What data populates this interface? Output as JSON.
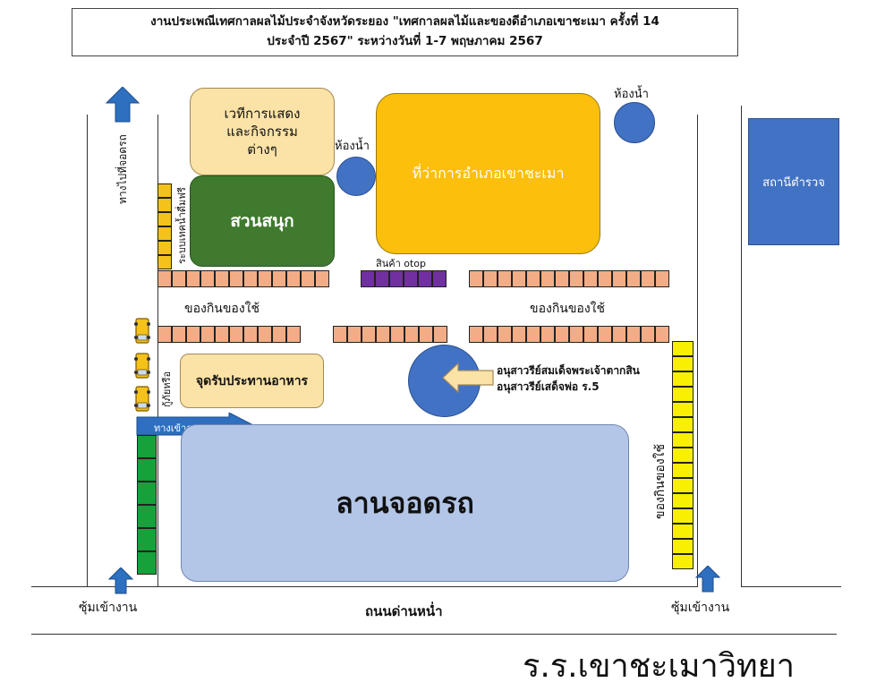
{
  "header": {
    "line1": "งานประเพณีเทศกาลผลไม้ประจำจังหวัดระยอง \"เทศกาลผลไม้และของดีอำเภอเขาชะเมา ครั้งที่ 14",
    "line2": "ประจำปี 2567\" ระหว่างวันที่ 1-7 พฤษภาคม 2567"
  },
  "zones": {
    "stage": "เวทีการแสดง และกิจกรรมต่างๆ",
    "playground": "สวนสนุก",
    "district_office": "ที่ว่าการอำเภอเขาชะเมา",
    "police_station": "สถานีตำรวจ",
    "food_donation": "จุดรับประทานอาหาร",
    "parking_lot": "ลานจอดรถ"
  },
  "labels": {
    "restroom_left": "ห้องน้ำ",
    "restroom_right": "ห้องน้ำ",
    "otop": "สินค้า otop",
    "food_goods_left": "ของกินของใช้",
    "food_goods_right": "ของกินของใช้",
    "food_goods_vertical": "ของกินของใช้",
    "to_parking_vertical": "ทางไปที่จอดรถ",
    "water_vertical": "ระบบเทคน้ำดื่มฟรี",
    "rescue_vertical": "กู้ภัยหรือ",
    "parking_entrance": "ทางเข้าลานจอดรถ",
    "monument_line1": "อนุสาวรีย์สมเด็จพระเจ้าตากสิน",
    "monument_line2": "อนุสาวรีย์เสด็จพ่อ ร.5",
    "entrance_left": "ซุ้มเข้างาน",
    "entrance_right": "ซุ้มเข้างาน",
    "road": "ถนนด่านหน่ำ",
    "school": "ร.ร.เขาชะเมาวิทยา"
  },
  "colors": {
    "stage": "#fbe2a6",
    "playground": "#3f7a2e",
    "district_office": "#fbbf0c",
    "police_station": "#4272c4",
    "restroom": "#4272c4",
    "food_stall": "#f2ad86",
    "otop_stall": "#7030a0",
    "water_stall": "#f5c21b",
    "vendor_stall_right": "#f8f000",
    "green_stall": "#16a13a",
    "parking": "#b4c6e7",
    "arrow": "#2e6fbf"
  }
}
